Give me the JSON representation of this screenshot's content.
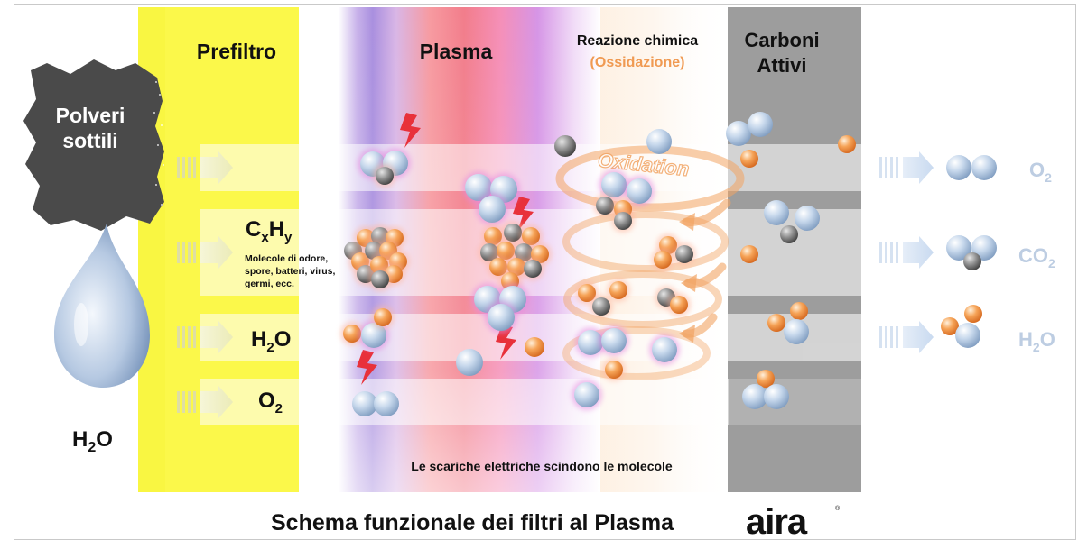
{
  "colors": {
    "prefilter": "#fbf84a",
    "carbon": "#9d9d9d",
    "oxidation_orange": "#f09a52",
    "molecule_blue": "#b9cde3",
    "molecule_gray": "#8e8e8e",
    "molecule_orange": "#f39a4b",
    "spark_red": "#e8313a"
  },
  "left": {
    "dust_label_line1": "Polveri",
    "dust_label_line2": "sottili",
    "water_label": "H",
    "water_sub": "2",
    "water_tail": "O"
  },
  "stages": {
    "prefilter": "Prefiltro",
    "plasma": "Plasma",
    "reaction_title": "Reazione chimica",
    "reaction_subtitle": "(Ossidazione)",
    "carbon_line1": "Carboni",
    "carbon_line2": "Attivi"
  },
  "inputs": {
    "cxhy_c": "C",
    "cxhy_x": "x",
    "cxhy_h": "H",
    "cxhy_y": "y",
    "odor_line1": "Molecole di odore,",
    "odor_line2": "spore, batteri, virus,",
    "odor_line3": "germi, ecc.",
    "h2o_h": "H",
    "h2o_2": "2",
    "h2o_o": "O",
    "o2_o": "O",
    "o2_2": "2"
  },
  "oxidation_word": "Oxidation",
  "outputs": {
    "o2_o": "O",
    "o2_2": "2",
    "co2_co": "CO",
    "co2_2": "2",
    "h2o_h": "H",
    "h2o_2": "2",
    "h2o_o": "O"
  },
  "plasma_note": "Le scariche elettriche scindono le molecole",
  "footer": {
    "title": "Schema funzionale dei filtri al Plasma",
    "logo": "aira"
  }
}
